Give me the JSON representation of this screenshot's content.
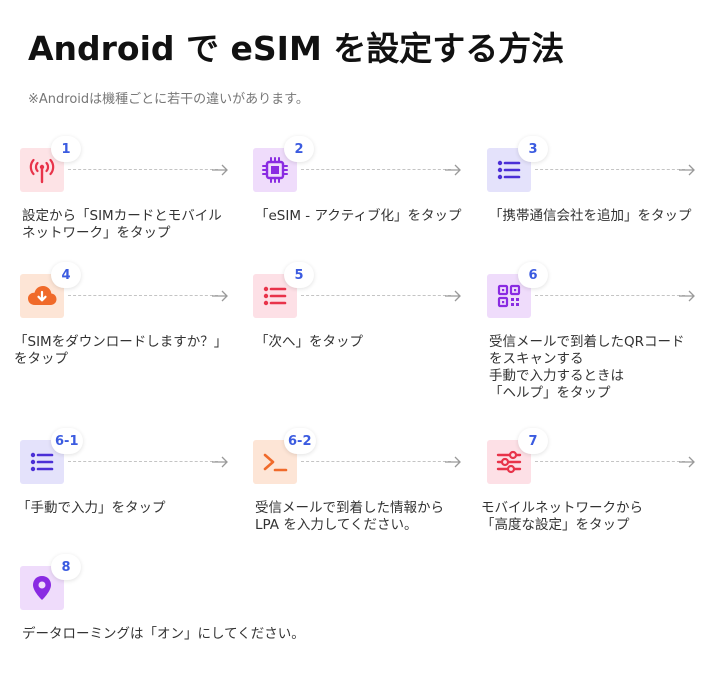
{
  "title": "Android で eSIM を設定する方法",
  "note": "※Androidは機種ごとに若干の違いがあります。",
  "colors": {
    "red": "#e8334a",
    "violet": "#8a2be2",
    "indigo": "#4b2fd6",
    "orange": "#f06a2a",
    "badge_text": "#3b5be0"
  },
  "steps": [
    {
      "num": "1",
      "icon": "antenna-icon",
      "text": "設定から「SIMカードとモバイル\nネットワーク」をタップ"
    },
    {
      "num": "2",
      "icon": "chip-icon",
      "text": "「eSIM - アクティブ化」をタップ"
    },
    {
      "num": "3",
      "icon": "list-icon",
      "text": "「携帯通信会社を追加」をタップ"
    },
    {
      "num": "4",
      "icon": "cloud-download-icon",
      "text": "「SIMをダウンロードしますか？」\nをタップ"
    },
    {
      "num": "5",
      "icon": "list-icon",
      "text": "「次へ」をタップ"
    },
    {
      "num": "6",
      "icon": "qr-code-icon",
      "text": "受信メールで到着したQRコード\nをスキャンする\n手動で入力するときは\n「ヘルプ」をタップ"
    },
    {
      "num": "6-1",
      "icon": "list-icon",
      "text": "「手動で入力」をタップ"
    },
    {
      "num": "6-2",
      "icon": "terminal-icon",
      "text": "受信メールで到着した情報から\n LPA を入力してください。"
    },
    {
      "num": "7",
      "icon": "sliders-icon",
      "text": "モバイルネットワークから\n「高度な設定」をタップ"
    },
    {
      "num": "8",
      "icon": "location-pin-icon",
      "text": "データローミングは「オン」にしてください。"
    }
  ]
}
